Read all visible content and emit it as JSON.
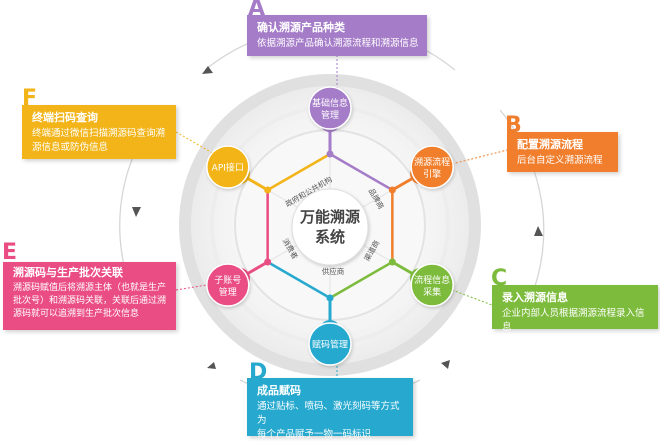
{
  "center": {
    "line1": "万能溯源",
    "line2": "系统",
    "color": "#444444"
  },
  "hex_edge_labels": [
    "政府和公共机构",
    "品牌商",
    "渠道商",
    "供应商",
    "消费者"
  ],
  "nodes": [
    {
      "label1": "基础信息",
      "label2": "管理",
      "color": "#a57cc8"
    },
    {
      "label1": "溯源流程",
      "label2": "引擎",
      "color": "#f07e2c"
    },
    {
      "label1": "流程信息",
      "label2": "采集",
      "color": "#7dbb3c"
    },
    {
      "label1": "赋码管理",
      "label2": "",
      "color": "#27a9cf"
    },
    {
      "label1": "子账号",
      "label2": "管理",
      "color": "#ea4d83"
    },
    {
      "label1": "API接口",
      "label2": "",
      "color": "#f2b418"
    }
  ],
  "boxes": {
    "A": {
      "letter": "A",
      "title": "确认溯源产品种类",
      "desc1": "依据溯源产品确认溯源流程和溯源信息",
      "desc2": "",
      "desc3": "",
      "color": "#a57cc8"
    },
    "B": {
      "letter": "B",
      "title": "配置溯源流程",
      "desc1": "后台自定义溯源流程",
      "desc2": "",
      "desc3": "",
      "color": "#f07e2c"
    },
    "C": {
      "letter": "C",
      "title": "录入溯源信息",
      "desc1": "企业内部人员根据溯源流程录入信息",
      "desc2": "",
      "desc3": "",
      "color": "#7dbb3c"
    },
    "D": {
      "letter": "D",
      "title": "成品赋码",
      "desc1": "通过贴标、喷码、激光刻码等方式为",
      "desc2": "每个产品赋予一物一码标识",
      "desc3": "",
      "color": "#27a9cf"
    },
    "E": {
      "letter": "E",
      "title": "溯源码与生产批次关联",
      "desc1": "溯源码赋值后将溯源主体（也就是生产",
      "desc2": "批次号）和溯源码关联，关联后通过溯",
      "desc3": "源码就可以追溯到生产批次信息",
      "color": "#ea4d83"
    },
    "F": {
      "letter": "F",
      "title": "终端扫码查询",
      "desc1": "终端通过微信扫描溯源码查询溯",
      "desc2": "源信息或防伪信息",
      "desc3": "",
      "color": "#f2b418"
    }
  }
}
